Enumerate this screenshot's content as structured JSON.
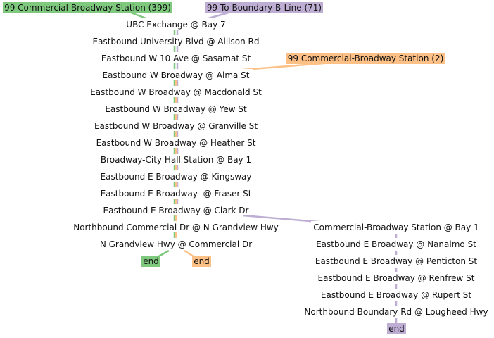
{
  "routes": [
    {
      "id": "r399",
      "label": "99 Commercial-Broadway Station (399)",
      "color": "#7fc97f"
    },
    {
      "id": "r71",
      "label": "99 To Boundary B-Line (71)",
      "color": "#beaed4"
    },
    {
      "id": "r2",
      "label": "99 Commercial-Broadway Station (2)",
      "color": "#fdc086"
    }
  ],
  "trunk_stops": [
    "UBC Exchange @ Bay 7",
    "Eastbound University Blvd @ Allison Rd",
    "Eastbound W 10 Ave @ Sasamat St",
    "Eastbound W Broadway @ Alma St",
    "Eastbound W Broadway @ Macdonald St",
    "Eastbound W Broadway @ Yew St",
    "Eastbound W Broadway @ Granville St",
    "Eastbound W Broadway @ Heather St",
    "Broadway-City Hall Station @ Bay 1",
    "Eastbound E Broadway @ Kingsway",
    "Eastbound E Broadway  @ Fraser St",
    "Eastbound E Broadway @ Clark Dr",
    "Northbound Commercial Dr @ N Grandview Hwy",
    "N Grandview Hwy @ Commercial Dr"
  ],
  "branch_stops": [
    "Commercial-Broadway Station @ Bay 1",
    "Eastbound E Broadway @ Nanaimo St",
    "Eastbound E Broadway @ Penticton St",
    "Eastbound E Broadway @ Renfrew St",
    "Eastbound E Broadway @ Rupert St",
    "Northbound Boundary Rd @ Lougheed Hwy"
  ],
  "end_label": "end"
}
